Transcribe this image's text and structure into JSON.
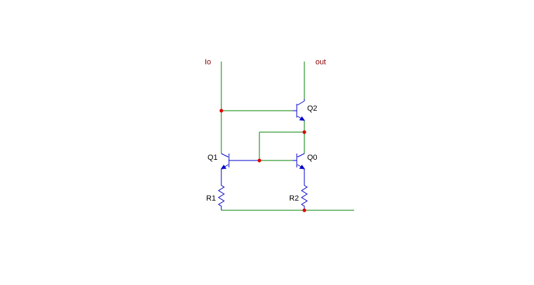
{
  "colors": {
    "background": "#ffffff",
    "wire": "#008000",
    "component": "#0000cc",
    "node": "#dd0000",
    "net_label": "#8b0000",
    "designator": "#000000"
  },
  "net_labels": {
    "io": "Io",
    "out": "out"
  },
  "components": {
    "q0": "Q0",
    "q1": "Q1",
    "q2": "Q2",
    "r1": "R1",
    "r2": "R2"
  }
}
